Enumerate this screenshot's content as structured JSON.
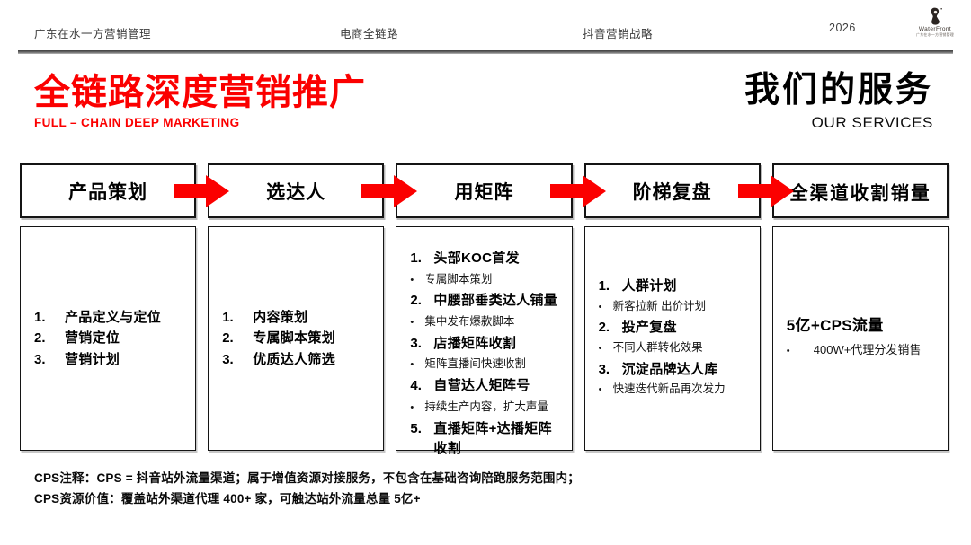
{
  "topbar": {
    "left": "广东在水一方营销管理",
    "center": "电商全链路",
    "right": "抖音营销战略",
    "year": "2026",
    "logo": {
      "name": "WaterFront",
      "tagline": "广东在水一方营销管理"
    }
  },
  "title": {
    "zh": "全链路深度营销推广",
    "en": "FULL – CHAIN DEEP MARKETING"
  },
  "services_title": {
    "zh": "我们的服务",
    "en": "OUR SERVICES"
  },
  "ui": {
    "bullet": "•"
  },
  "colors": {
    "accent_red": "#fb0000",
    "text": "#000000",
    "divider": "#6f6f6f"
  },
  "stages": [
    {
      "header": "产品策划",
      "items": [
        {
          "num": "1.",
          "title": "产品定义与定位"
        },
        {
          "num": "2.",
          "title": "营销定位"
        },
        {
          "num": "3.",
          "title": "营销计划"
        }
      ]
    },
    {
      "header": "选达人",
      "items": [
        {
          "num": "1.",
          "title": "内容策划"
        },
        {
          "num": "2.",
          "title": "专属脚本策划"
        },
        {
          "num": "3.",
          "title": "优质达人筛选"
        }
      ]
    },
    {
      "header": "用矩阵",
      "items": [
        {
          "num": "1.",
          "title": "头部KOC首发",
          "sub": "专属脚本策划"
        },
        {
          "num": "2.",
          "title": "中腰部垂类达人铺量",
          "sub": "集中发布爆款脚本"
        },
        {
          "num": "3.",
          "title": "店播矩阵收割",
          "sub": "矩阵直播间快速收割"
        },
        {
          "num": "4.",
          "title": "自营达人矩阵号",
          "sub": "持续生产内容，扩大声量"
        },
        {
          "num": "5.",
          "title": "直播矩阵+达播矩阵收割",
          "sub": ""
        }
      ]
    },
    {
      "header": "阶梯复盘",
      "items": [
        {
          "num": "1.",
          "title": "人群计划",
          "sub": "新客拉新 出价计划"
        },
        {
          "num": "2.",
          "title": "投产复盘",
          "sub": "不同人群转化效果"
        },
        {
          "num": "3.",
          "title": "沉淀品牌达人库",
          "sub": "快速迭代新品再次发力"
        }
      ]
    },
    {
      "header": "全渠道收割销量",
      "items": [
        {
          "num": "",
          "title": "5亿+CPS流量",
          "sub": "400W+代理分发销售"
        }
      ]
    }
  ],
  "notes": [
    "CPS注释：CPS = 抖音站外流量渠道；属于增值资源对接服务，不包含在基础咨询陪跑服务范围内；",
    "CPS资源价值：覆盖站外渠道代理 400+ 家，可触达站外流量总量 5亿+"
  ]
}
